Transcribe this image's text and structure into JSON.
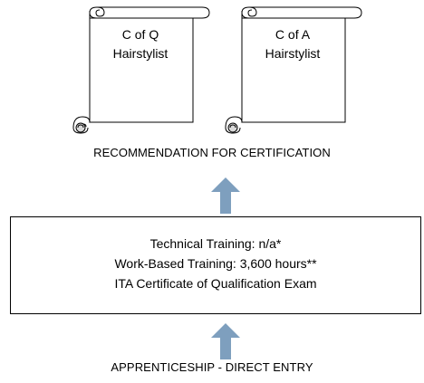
{
  "certificates": [
    {
      "line1": "C of Q",
      "line2": "Hairstylist"
    },
    {
      "line1": "C of A",
      "line2": "Hairstylist"
    }
  ],
  "recommendation_label": "RECOMMENDATION FOR CERTIFICATION",
  "requirements": [
    "Technical Training:  n/a*",
    "Work-Based Training: 3,600 hours**",
    "ITA Certificate of Qualification Exam"
  ],
  "entry_label": "APPRENTICESHIP - DIRECT ENTRY",
  "colors": {
    "arrow": "#7E9FBE",
    "stroke": "#000000",
    "scroll_shadow": "#E6E6E6"
  }
}
